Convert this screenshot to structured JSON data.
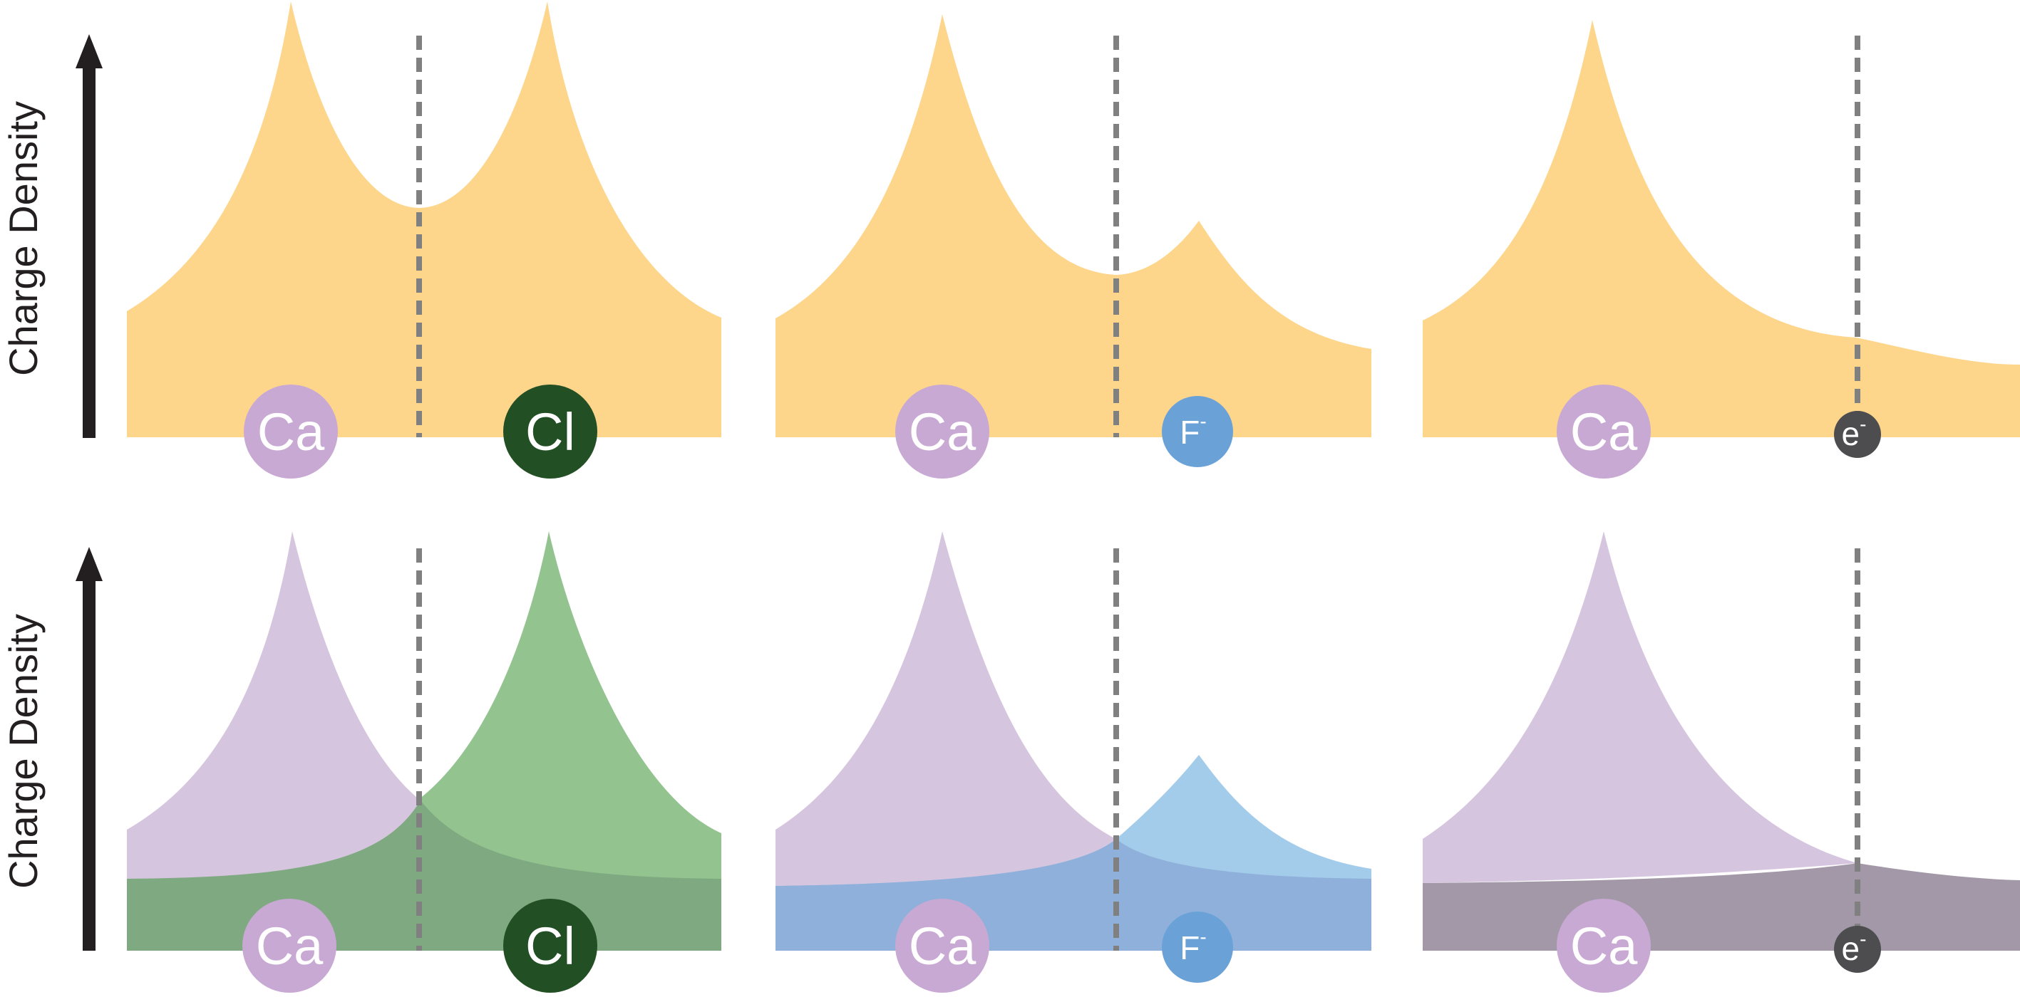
{
  "axis": {
    "top_label": "Charge Density",
    "bottom_label": "Charge Density"
  },
  "colors": {
    "total_density": "#fdd58b",
    "calcium": "#d5c5de",
    "calcium_atom": "#c8a9d3",
    "chlorine": "#93c490",
    "chlorine_atom": "#234f24",
    "chlorine_overlap": "#7fa981",
    "fluorine": "#a3cbea",
    "fluorine_atom": "#6aa2d8",
    "fluorine_overlap": "#8fb0da",
    "electron_overlap": "#a298a8",
    "electron_atom": "#4d4d4f",
    "divider": "#808080",
    "arrow": "#231f20"
  },
  "panels": {
    "CaCl": {
      "left_atom": "Ca",
      "right_atom": "Cl"
    },
    "CaF": {
      "left_atom": "Ca",
      "right_atom": "F",
      "right_atom_charge": "-"
    },
    "Ca_e": {
      "left_atom": "Ca",
      "right_atom": "e",
      "right_atom_charge": "-"
    }
  }
}
